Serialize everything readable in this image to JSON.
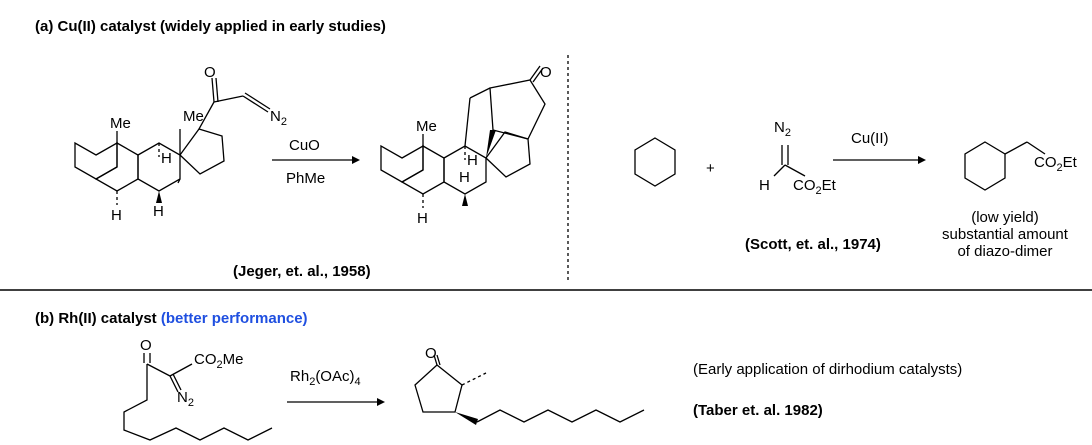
{
  "section_a": {
    "header": "(a) Cu(II) catalyst  (widely applied in early studies)",
    "jeger": {
      "reagent_top": "CuO",
      "reagent_bottom": "PhMe",
      "citation": "(Jeger, et. al., 1958)",
      "atoms": {
        "oxygen": "O",
        "me": "Me",
        "h": "H",
        "n2_n": "N",
        "n2_sub": "2"
      }
    },
    "scott": {
      "plus": "+",
      "reagent": "Cu(II)",
      "diazo_h": "H",
      "diazo_n": "N",
      "diazo_n_sub": "2",
      "ester_pre": "CO",
      "ester_sub": "2",
      "ester_post": "Et",
      "note_line1": "(low yield)",
      "note_line2": "substantial amount",
      "note_line3": "of diazo-dimer",
      "citation": "(Scott, et. al., 1974)"
    }
  },
  "section_b": {
    "header_black": "(b) Rh(II) catalyst",
    "header_blue": "(better performance)",
    "accent_color": "#1f4fe0",
    "taber": {
      "reagent_pre": "Rh",
      "reagent_sub1": "2",
      "reagent_mid": "(OAc)",
      "reagent_sub2": "4",
      "oxygen": "O",
      "ester_pre": "CO",
      "ester_sub": "2",
      "ester_post": "Me",
      "n2_n": "N",
      "n2_sub": "2",
      "note": "(Early application of dirhodium catalysts)",
      "citation": "(Taber et. al. 1982)"
    }
  }
}
